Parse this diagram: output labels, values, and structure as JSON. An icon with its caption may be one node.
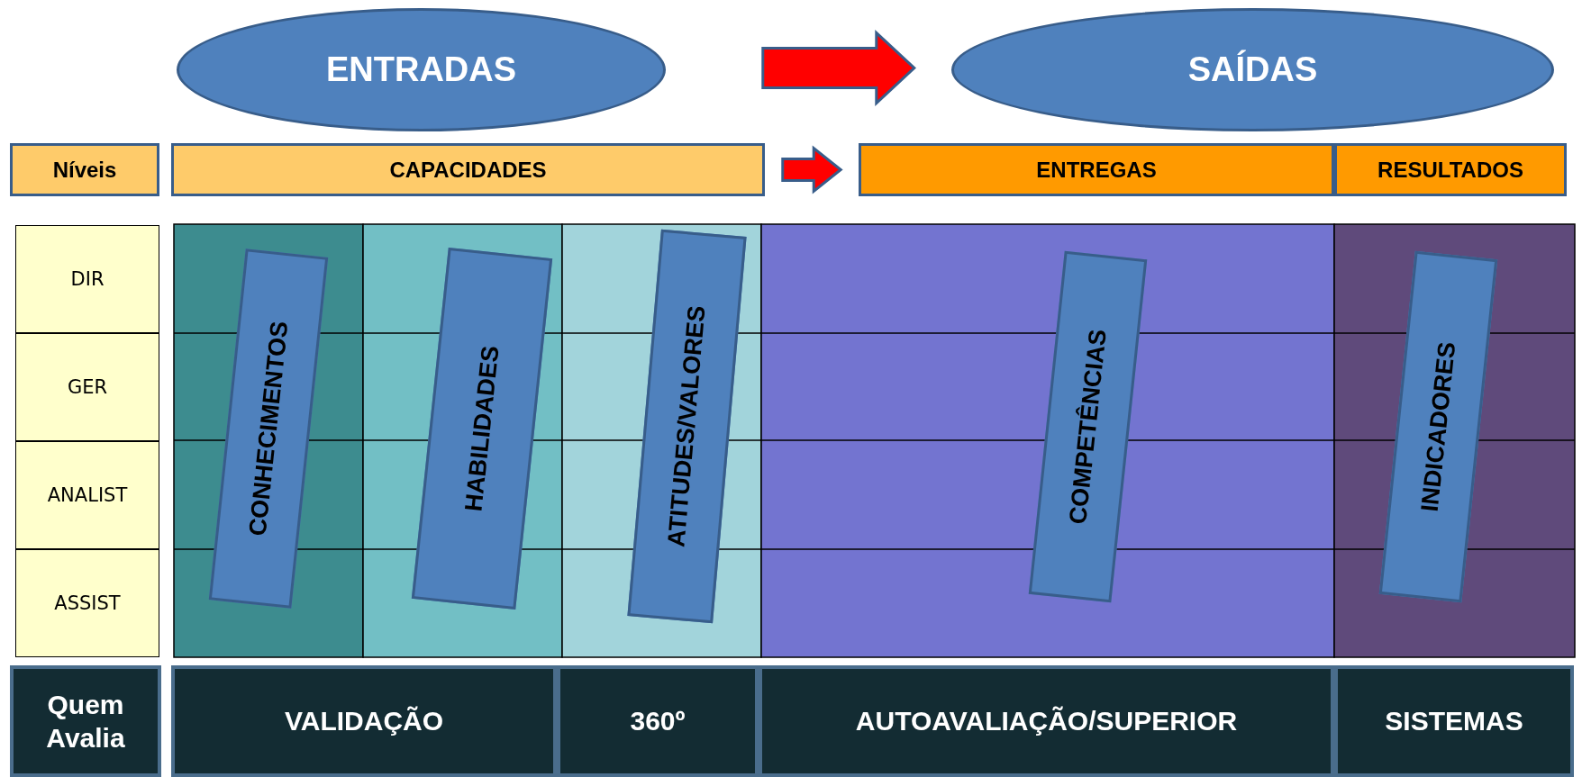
{
  "diagram": {
    "nodes": [
      {
        "text": [
          "ENTRADAS"
        ]
      },
      {
        "text": [
          "SAÍDAS"
        ]
      },
      {
        "text": [
          "Níveis"
        ]
      },
      {
        "text": [
          "CAPACIDADES"
        ]
      },
      {
        "text": [
          "ENTREGAS"
        ]
      },
      {
        "text": [
          "RESULTADOS"
        ]
      },
      {
        "text": [
          "DIR"
        ]
      },
      {
        "text": [
          "GER"
        ]
      },
      {
        "text": [
          "ANALIST"
        ]
      },
      {
        "text": [
          "ASSIST"
        ]
      },
      {
        "text": [
          "CONHECIMENTOS"
        ]
      },
      {
        "text": [
          "HABILIDADES"
        ]
      },
      {
        "text": [
          "ATITUDES/VALORES"
        ]
      },
      {
        "text": [
          "COMPETÊNCIAS"
        ]
      },
      {
        "text": [
          "INDICADORES"
        ]
      },
      {
        "text": [
          "Quem Avalia"
        ]
      },
      {
        "text": [
          "VALIDAÇÃO"
        ]
      },
      {
        "text": [
          "360º"
        ]
      },
      {
        "text": [
          "AUTOAVALIAÇÃO/SUPERIOR"
        ]
      },
      {
        "text": [
          "SISTEMAS"
        ]
      }
    ],
    "edges": [
      {
        "from": 0,
        "to": 1,
        "arrow": "to"
      },
      {
        "from": 3,
        "to": 4,
        "arrow": "to"
      }
    ]
  }
}
